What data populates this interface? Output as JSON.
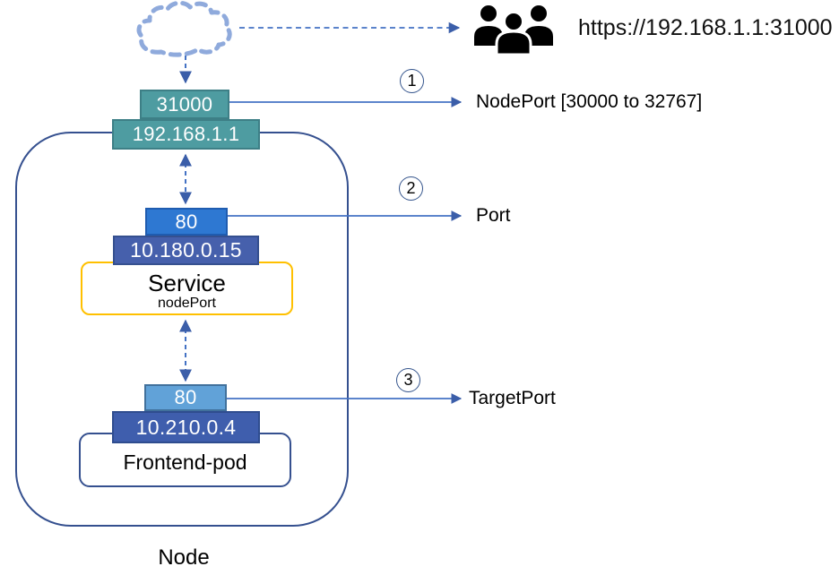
{
  "diagram": {
    "title_context": "Kubernetes NodePort service flow",
    "external": {
      "cloud_icon": "cloud-icon",
      "users_icon": "users-icon",
      "url": "https://192.168.1.1:31000"
    },
    "node": {
      "label": "Node",
      "node_port_stack": {
        "port": "31000",
        "ip": "192.168.1.1"
      },
      "service": {
        "port": "80",
        "ip": "10.180.0.15",
        "title": "Service",
        "subtitle": "nodePort"
      },
      "pod": {
        "port": "80",
        "ip": "10.210.0.4",
        "title": "Frontend-pod"
      }
    },
    "annotations": [
      {
        "number": "1",
        "label": "NodePort [30000 to 32767]"
      },
      {
        "number": "2",
        "label": "Port"
      },
      {
        "number": "3",
        "label": "TargetPort"
      }
    ],
    "colors": {
      "teal_fill": "#4E9CA1",
      "teal_border": "#3D7F86",
      "service_port_fill": "#2E78D2",
      "service_ip_fill": "#4660AC",
      "pod_port_fill": "#61A2D8",
      "pod_ip_fill": "#3F5EAD",
      "service_outline_gold": "#FFC000",
      "pod_outline_blue": "#35508F",
      "node_outline_blue": "#35508F",
      "arrow_blue": "#4472C4",
      "arrowhead_blue": "#3B5EA9",
      "cloud_dash_blue": "#8FAADC",
      "icon_black": "#000000"
    }
  }
}
